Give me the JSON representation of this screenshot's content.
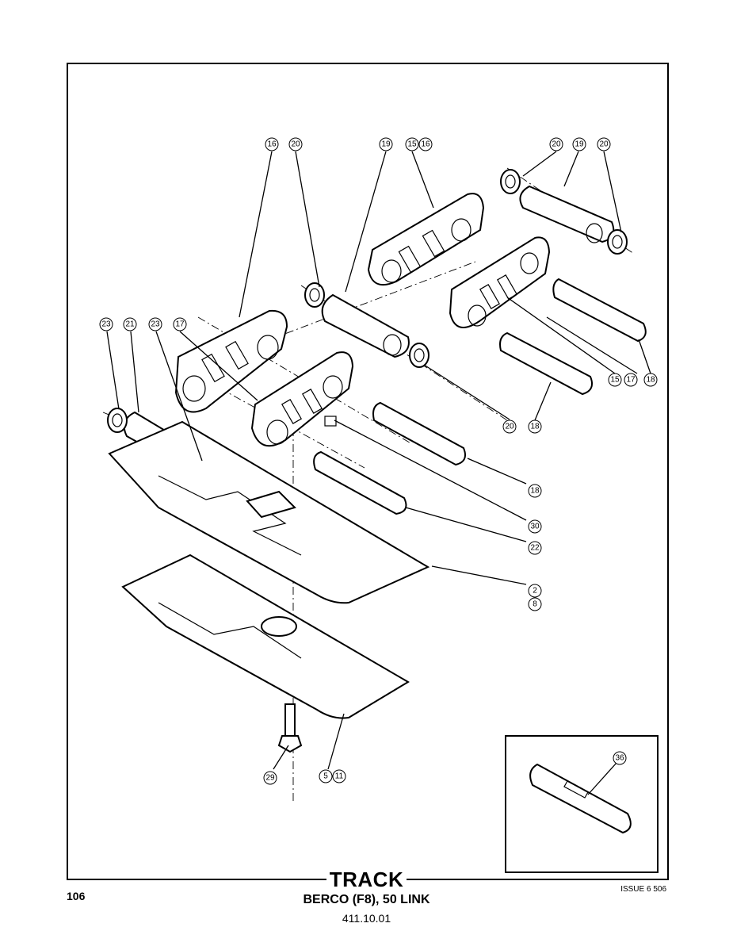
{
  "footer": {
    "title": "TRACK",
    "subtitle": "BERCO (F8), 50 LINK",
    "code": "411.10.01",
    "page_number": "106",
    "issue": "ISSUE 6 506"
  },
  "callouts": {
    "c16a": "16",
    "c20a": "20",
    "c19a": "19",
    "c15a": "15",
    "c16b": "16",
    "c20b": "20",
    "c19b": "19",
    "c20c": "20",
    "c23a": "23",
    "c21": "21",
    "c23b": "23",
    "c17a": "17",
    "c15b": "15",
    "c17b": "17",
    "c18a": "18",
    "c20d": "20",
    "c18b": "18",
    "c18c": "18",
    "c30": "30",
    "c22": "22",
    "c2": "2",
    "c8": "8",
    "c29": "29",
    "c5": "5",
    "c11": "11",
    "c36": "36"
  }
}
